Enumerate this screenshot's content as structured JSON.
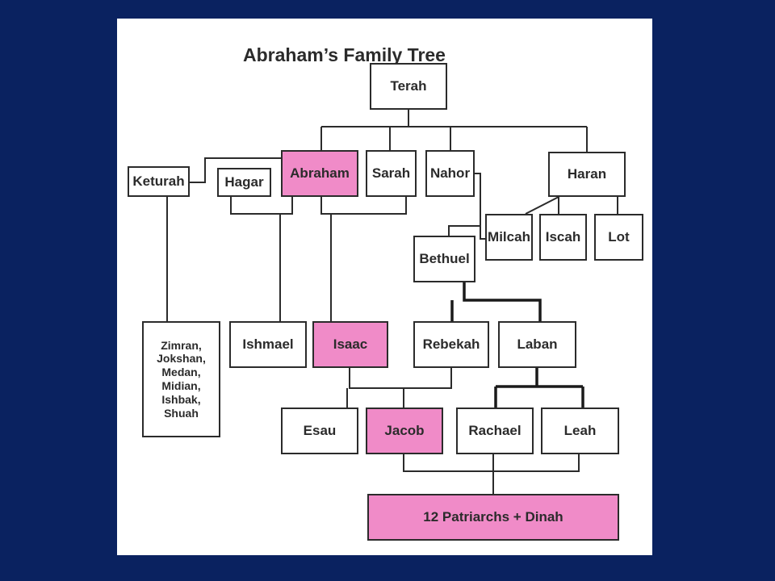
{
  "title": "Abraham’s Family Tree",
  "colors": {
    "background": "#0a2260",
    "panel": "#ffffff",
    "highlight": "#f08bc8",
    "line": "#2b2b2b"
  },
  "nodes": {
    "terah": "Terah",
    "keturah": "Keturah",
    "hagar": "Hagar",
    "abraham": "Abraham",
    "sarah": "Sarah",
    "nahor": "Nahor",
    "haran": "Haran",
    "milcah": "Milcah",
    "iscah": "Iscah",
    "lot": "Lot",
    "bethuel": "Bethuel",
    "keturah_sons": "Zimran,\nJokshan,\nMedan,\nMidian,\nIshbak,\nShuah",
    "ishmael": "Ishmael",
    "isaac": "Isaac",
    "rebekah": "Rebekah",
    "laban": "Laban",
    "esau": "Esau",
    "jacob": "Jacob",
    "rachael": "Rachael",
    "leah": "Leah",
    "patriarchs": "12 Patriarchs + Dinah"
  }
}
